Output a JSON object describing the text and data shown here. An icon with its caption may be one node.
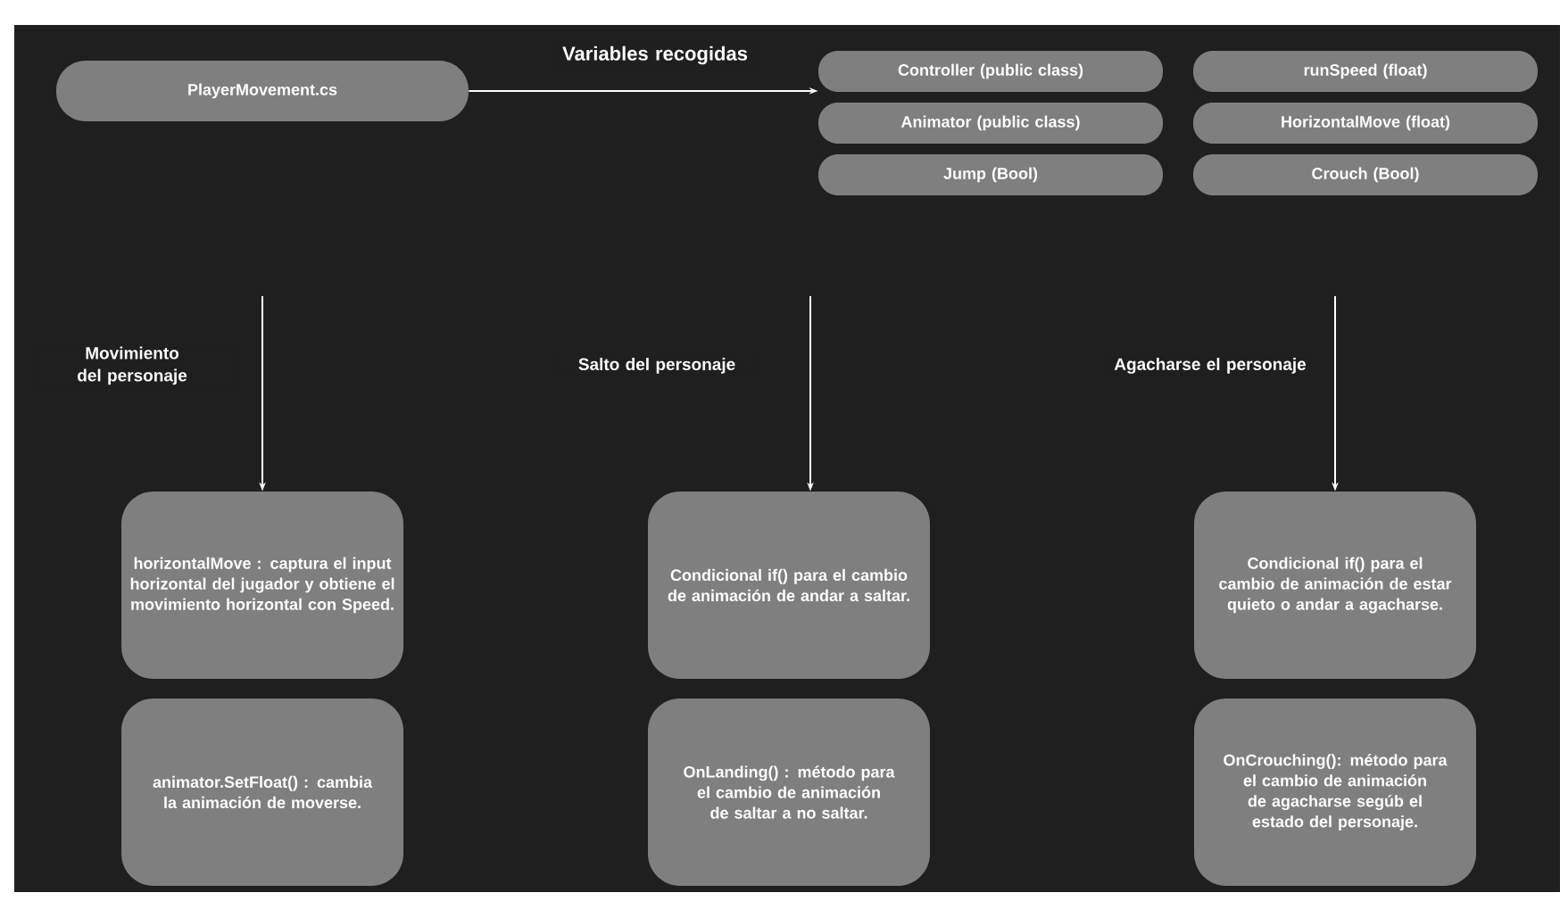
{
  "diagram": {
    "nodes": [
      {
        "text": [
          "PlayerMovement.cs"
        ]
      },
      {
        "text": [
          "Controller (public class)"
        ]
      },
      {
        "text": [
          "runSpeed (float)"
        ]
      },
      {
        "text": [
          "Animator (public class)"
        ]
      },
      {
        "text": [
          "HorizontalMove (float)"
        ]
      },
      {
        "text": [
          "Jump (Bool)"
        ]
      },
      {
        "text": [
          "Crouch (Bool)"
        ]
      },
      {
        "text": [
          "horizontalMove : captura el input horizontal del jugador y obtiene el movimiento horizontal con Speed."
        ]
      },
      {
        "text": [
          "Condicional if() para el cambio de animación de andar a saltar."
        ]
      },
      {
        "text": [
          "Condicional if() para el cambio de animación de estar quieto o andar a agacharse."
        ]
      },
      {
        "text": [
          "animator.SetFloat() : cambia la animación de moverse."
        ]
      },
      {
        "text": [
          "OnLanding() : método para el cambio de animación de saltar a no saltar."
        ]
      },
      {
        "text": [
          "OnCrouching(): método para el cambio de animación de agacharse segúb el estado del personaje."
        ]
      }
    ],
    "edges": [
      {
        "from": 0,
        "to": 1,
        "arrow": "to",
        "label": "Variables recogidas"
      },
      {
        "from": null,
        "to": 7,
        "arrow": "to",
        "label": "Movimiento del personaje"
      },
      {
        "from": null,
        "to": 8,
        "arrow": "to",
        "label": "Salto del personaje"
      },
      {
        "from": null,
        "to": 9,
        "arrow": "to",
        "label": "Agacharse el personaje"
      }
    ]
  }
}
